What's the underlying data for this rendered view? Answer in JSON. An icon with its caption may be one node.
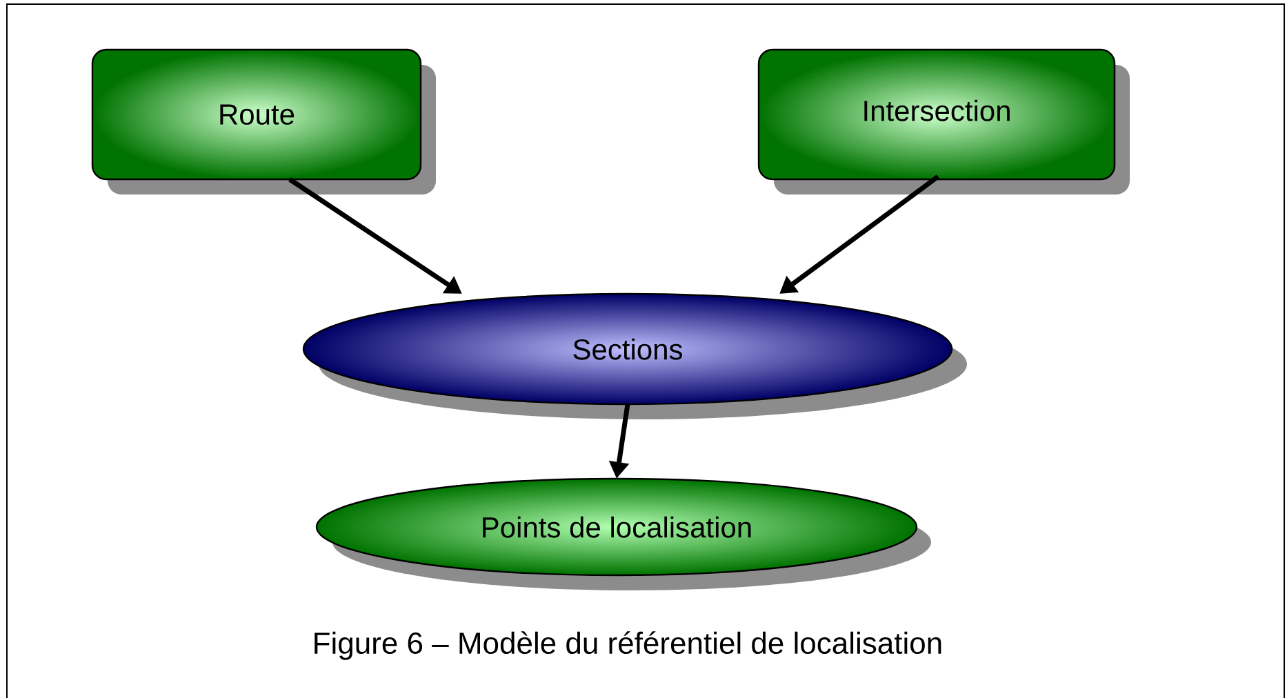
{
  "diagram": {
    "caption": "Figure 6 – Modèle du référentiel de localisation",
    "nodes": [
      {
        "text": [
          "Route"
        ]
      },
      {
        "text": [
          "Intersection"
        ]
      },
      {
        "text": [
          "Sections"
        ]
      },
      {
        "text": [
          "Points de localisation"
        ]
      }
    ],
    "edges": [
      {
        "from": 0,
        "to": 2,
        "arrow": "to"
      },
      {
        "from": 1,
        "to": 2,
        "arrow": "to"
      },
      {
        "from": 2,
        "to": 3,
        "arrow": "to"
      }
    ]
  }
}
